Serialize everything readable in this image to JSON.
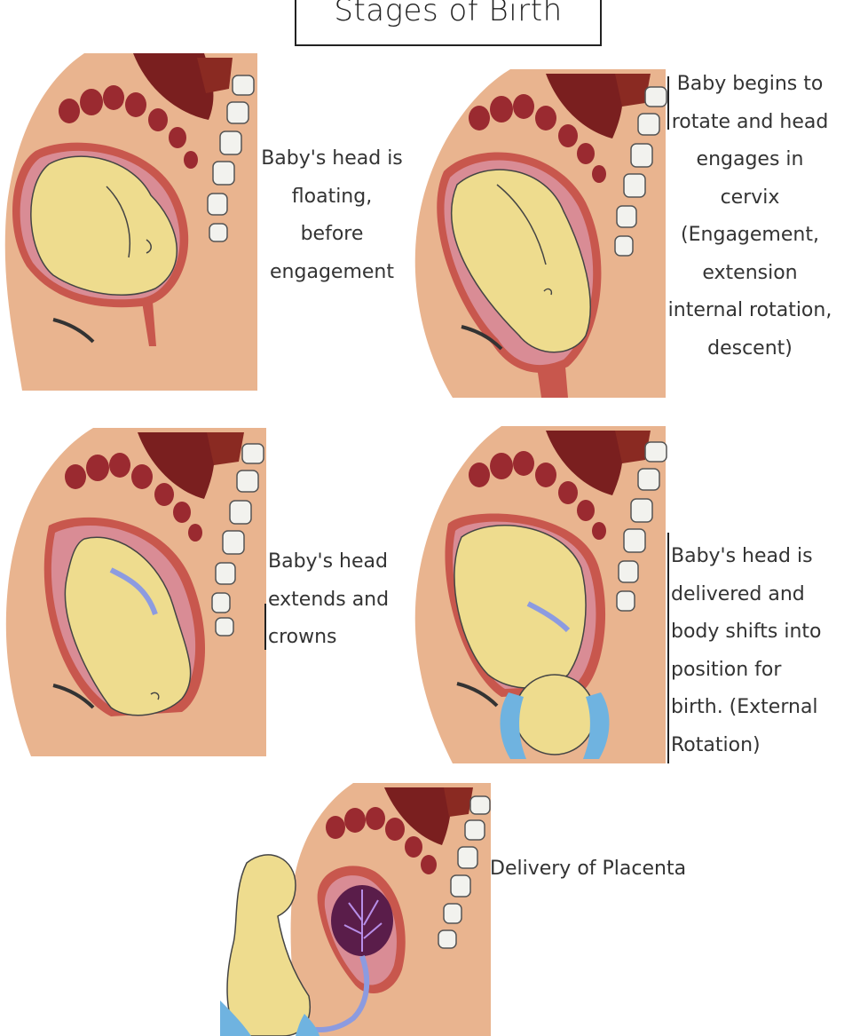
{
  "title": "Stages of Birth",
  "stages": [
    {
      "lines": [
        "Baby's head is",
        "floating,",
        "before",
        "engagement"
      ]
    },
    {
      "lines": [
        "Baby begins to",
        "rotate and head",
        "engages in",
        "cervix",
        "(Engagement,",
        "extension",
        "internal rotation,",
        "descent)"
      ]
    },
    {
      "lines": [
        "Baby's head",
        "extends and",
        "crowns"
      ]
    },
    {
      "lines": [
        "Baby's head is",
        "delivered and",
        "body shifts into",
        "position for",
        "birth. (External",
        "Rotation)"
      ]
    },
    {
      "lines": [
        "Delivery of Placenta"
      ]
    }
  ],
  "colors": {
    "skin": "#e9b48f",
    "skin_light": "#f3d3bb",
    "uterus_outer": "#c8574d",
    "uterus_inner": "#d98c95",
    "baby": "#eedc8e",
    "spleen": "#7a1f1f",
    "intestine": "#9a2a30",
    "vertebra": "#f2f2ee",
    "cord": "#8c9be0",
    "hand": "#6fb3e0",
    "placenta": "#5a1d4a"
  }
}
